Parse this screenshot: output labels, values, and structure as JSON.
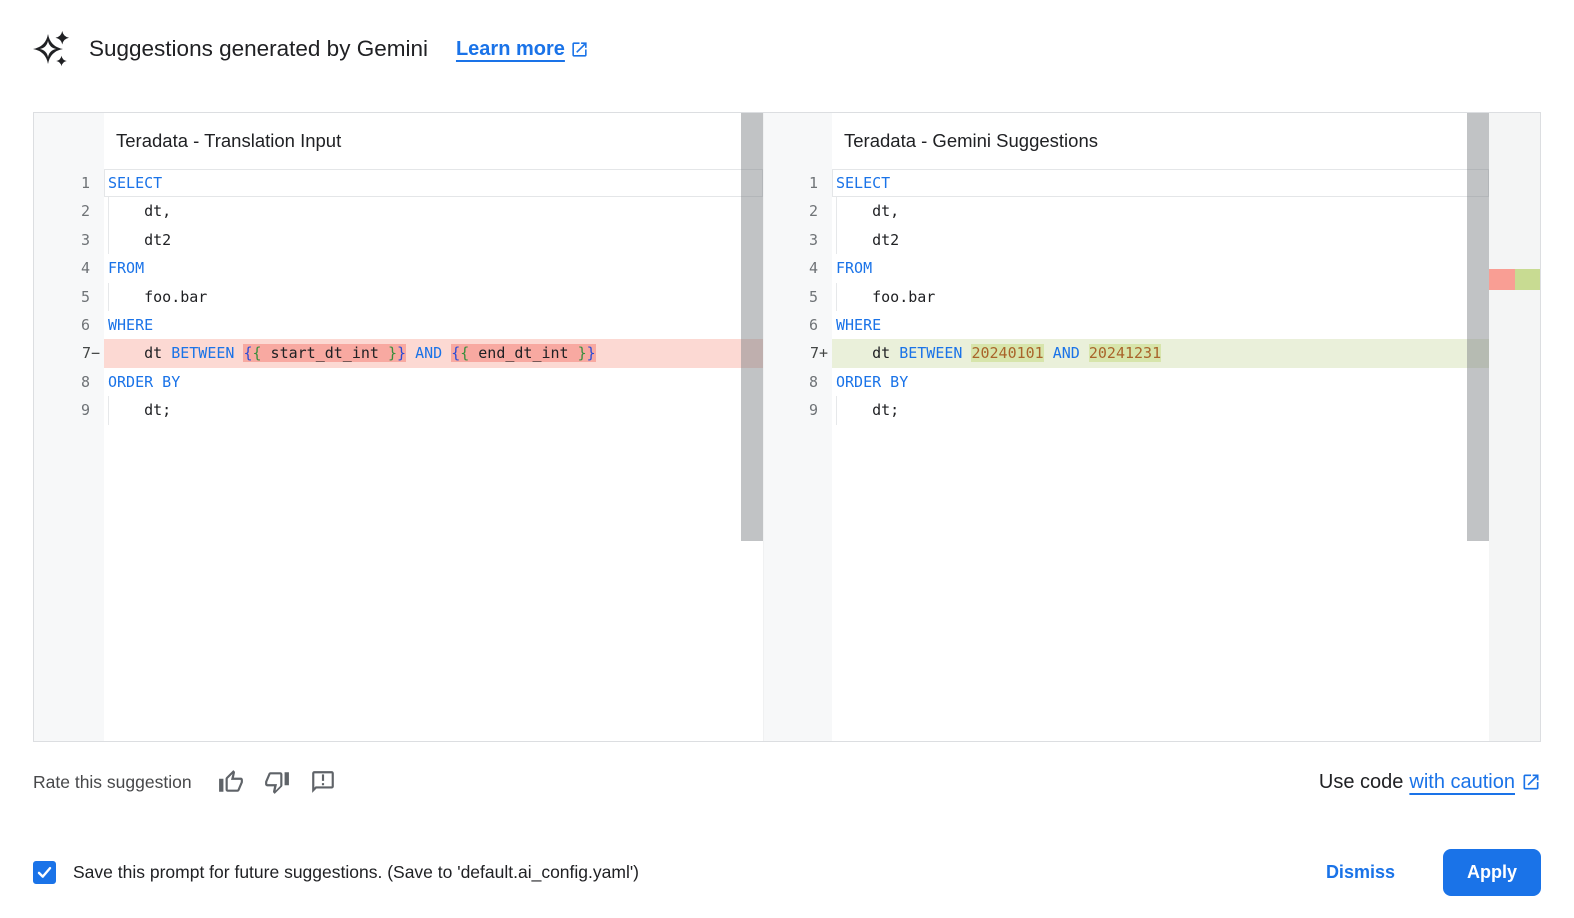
{
  "header": {
    "title": "Suggestions generated by Gemini",
    "learn_more_label": "Learn more"
  },
  "diff": {
    "left": {
      "title": "Teradata - Translation Input",
      "lines": [
        {
          "num": "1",
          "current": true,
          "tokens": [
            {
              "t": "SELECT",
              "c": "kw"
            }
          ]
        },
        {
          "num": "2",
          "indent": true,
          "tokens": [
            {
              "t": "    dt,",
              "c": "pl"
            }
          ]
        },
        {
          "num": "3",
          "indent": true,
          "tokens": [
            {
              "t": "    dt2",
              "c": "pl"
            }
          ]
        },
        {
          "num": "4",
          "tokens": [
            {
              "t": "FROM",
              "c": "kw"
            }
          ]
        },
        {
          "num": "5",
          "indent": true,
          "tokens": [
            {
              "t": "    foo.bar",
              "c": "pl"
            }
          ]
        },
        {
          "num": "6",
          "tokens": [
            {
              "t": "WHERE",
              "c": "kw"
            }
          ]
        },
        {
          "num": "7−",
          "diff": "del",
          "tokens": [
            {
              "t": "    dt ",
              "c": "pl"
            },
            {
              "t": "BETWEEN",
              "c": "kw"
            },
            {
              "t": " ",
              "c": "pl"
            },
            {
              "t": "{",
              "c": "b1",
              "m": 1
            },
            {
              "t": "{",
              "c": "b2",
              "m": 1
            },
            {
              "t": " start_dt_int ",
              "c": "pl",
              "m": 1
            },
            {
              "t": "}",
              "c": "b2",
              "m": 1
            },
            {
              "t": "}",
              "c": "b1",
              "m": 1
            },
            {
              "t": " ",
              "c": "pl"
            },
            {
              "t": "AND",
              "c": "kw"
            },
            {
              "t": " ",
              "c": "pl"
            },
            {
              "t": "{",
              "c": "b1",
              "m": 1
            },
            {
              "t": "{",
              "c": "b2",
              "m": 1
            },
            {
              "t": " end_dt_int ",
              "c": "pl",
              "m": 1
            },
            {
              "t": "}",
              "c": "b2",
              "m": 1
            },
            {
              "t": "}",
              "c": "b1",
              "m": 1
            }
          ]
        },
        {
          "num": "8",
          "tokens": [
            {
              "t": "ORDER BY",
              "c": "kw"
            }
          ]
        },
        {
          "num": "9",
          "indent": true,
          "tokens": [
            {
              "t": "    dt;",
              "c": "pl"
            }
          ]
        }
      ]
    },
    "right": {
      "title": "Teradata - Gemini Suggestions",
      "lines": [
        {
          "num": "1",
          "current": true,
          "tokens": [
            {
              "t": "SELECT",
              "c": "kw"
            }
          ]
        },
        {
          "num": "2",
          "indent": true,
          "tokens": [
            {
              "t": "    dt,",
              "c": "pl"
            }
          ]
        },
        {
          "num": "3",
          "indent": true,
          "tokens": [
            {
              "t": "    dt2",
              "c": "pl"
            }
          ]
        },
        {
          "num": "4",
          "tokens": [
            {
              "t": "FROM",
              "c": "kw"
            }
          ]
        },
        {
          "num": "5",
          "indent": true,
          "tokens": [
            {
              "t": "    foo.bar",
              "c": "pl"
            }
          ]
        },
        {
          "num": "6",
          "tokens": [
            {
              "t": "WHERE",
              "c": "kw"
            }
          ]
        },
        {
          "num": "7+",
          "diff": "ins",
          "tokens": [
            {
              "t": "    dt ",
              "c": "pl"
            },
            {
              "t": "BETWEEN",
              "c": "kw"
            },
            {
              "t": " ",
              "c": "pl"
            },
            {
              "t": "20240101",
              "c": "num",
              "m": 1
            },
            {
              "t": " ",
              "c": "pl"
            },
            {
              "t": "AND",
              "c": "kw"
            },
            {
              "t": " ",
              "c": "pl"
            },
            {
              "t": "20241231",
              "c": "num",
              "m": 1
            }
          ]
        },
        {
          "num": "8",
          "tokens": [
            {
              "t": "ORDER BY",
              "c": "kw"
            }
          ]
        },
        {
          "num": "9",
          "indent": true,
          "tokens": [
            {
              "t": "    dt;",
              "c": "pl"
            }
          ]
        }
      ]
    }
  },
  "footer": {
    "rate_label": "Rate this suggestion",
    "use_code_prefix": "Use code",
    "use_code_link": "with caution"
  },
  "bottom": {
    "save_label": "Save this prompt for future suggestions. (Save to 'default.ai_config.yaml')",
    "save_checked": true,
    "dismiss_label": "Dismiss",
    "apply_label": "Apply"
  },
  "colors": {
    "accent_blue": "#1a73e8",
    "keyword_blue": "#1a73e8",
    "number_orange": "#a9642a",
    "brace_blue": "#2a4bd7",
    "brace_green": "#388e3c",
    "delete_line_bg": "#fcd9d3",
    "delete_char_bg": "#f8a9a1",
    "insert_line_bg": "#eaf0da",
    "insert_char_bg": "#d7e5ab",
    "ruler_red": "#f99e94",
    "ruler_green": "#c8db92",
    "checkbox_blue": "#1a73e8"
  }
}
